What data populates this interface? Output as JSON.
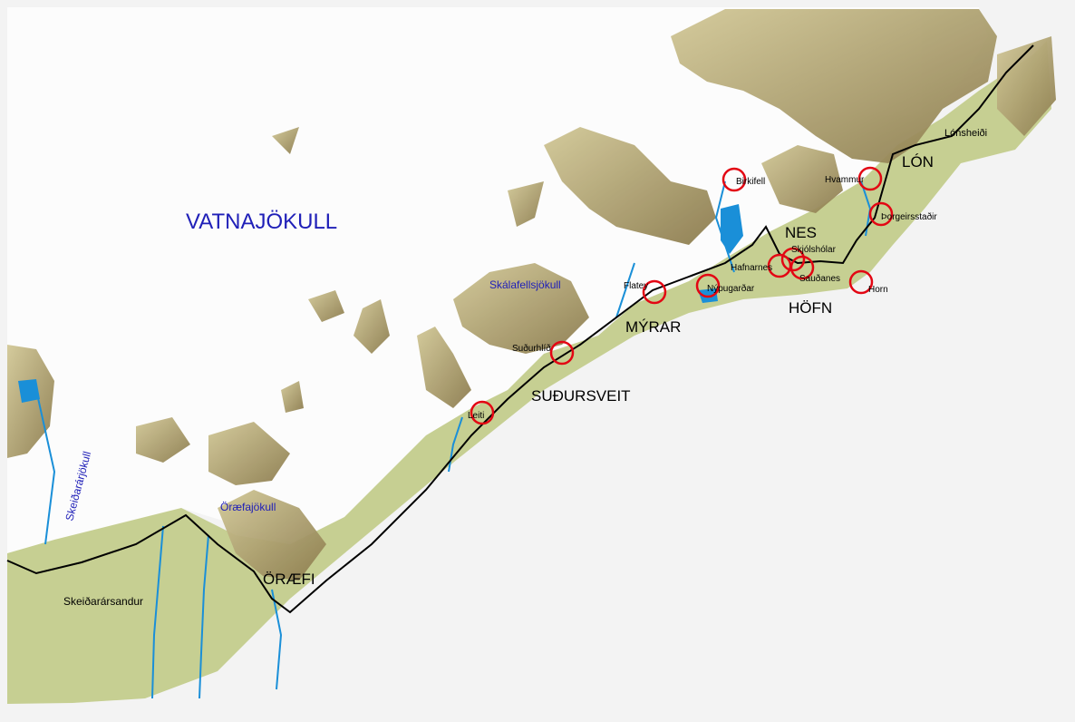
{
  "map": {
    "colors": {
      "ocean": "#f3f3f3",
      "ice": "#fcfcfc",
      "lowland": "#c6cf92",
      "mountain": "#b5a577",
      "river": "#1a8fd8",
      "road": "#000000",
      "marker": "#e30613",
      "glacier_text": "#2020b8",
      "region_text": "#000000"
    },
    "glaciers": [
      {
        "id": "vatnajokull",
        "text": "VATNAJÖKULL"
      },
      {
        "id": "skalafellsjokull",
        "text": "Skálafellsjökull"
      },
      {
        "id": "oraefajokull",
        "text": "Öræfajökull"
      },
      {
        "id": "skeidararjokull",
        "text": "Skeiðarárjökull"
      }
    ],
    "regions": [
      {
        "id": "lon",
        "text": "LÓN"
      },
      {
        "id": "nes",
        "text": "NES"
      },
      {
        "id": "hofn",
        "text": "HÖFN"
      },
      {
        "id": "myrar",
        "text": "MÝRAR"
      },
      {
        "id": "sudursveit",
        "text": "SUÐURSVEIT"
      },
      {
        "id": "oraefi",
        "text": "ÖRÆFI"
      }
    ],
    "places": [
      {
        "id": "lonsheidi",
        "text": "Lónsheiði"
      },
      {
        "id": "skeidararsandur",
        "text": "Skeiðarársandur"
      }
    ],
    "sites": [
      {
        "id": "birkifell",
        "text": "Birkifell"
      },
      {
        "id": "hvammur",
        "text": "Hvammur"
      },
      {
        "id": "thorgeirsstadir",
        "text": "Þorgeirsstaðir"
      },
      {
        "id": "skjolsholar",
        "text": "Skjólshólar"
      },
      {
        "id": "hafnarnes",
        "text": "Hafnarnes"
      },
      {
        "id": "saudanes",
        "text": "Sauðanes"
      },
      {
        "id": "horn",
        "text": "Horn"
      },
      {
        "id": "flatey",
        "text": "Flatey"
      },
      {
        "id": "nypugardar",
        "text": "Nýpugarðar"
      },
      {
        "id": "sudurhlid",
        "text": "Suðurhlíð"
      },
      {
        "id": "leiti",
        "text": "Leiti"
      }
    ]
  }
}
